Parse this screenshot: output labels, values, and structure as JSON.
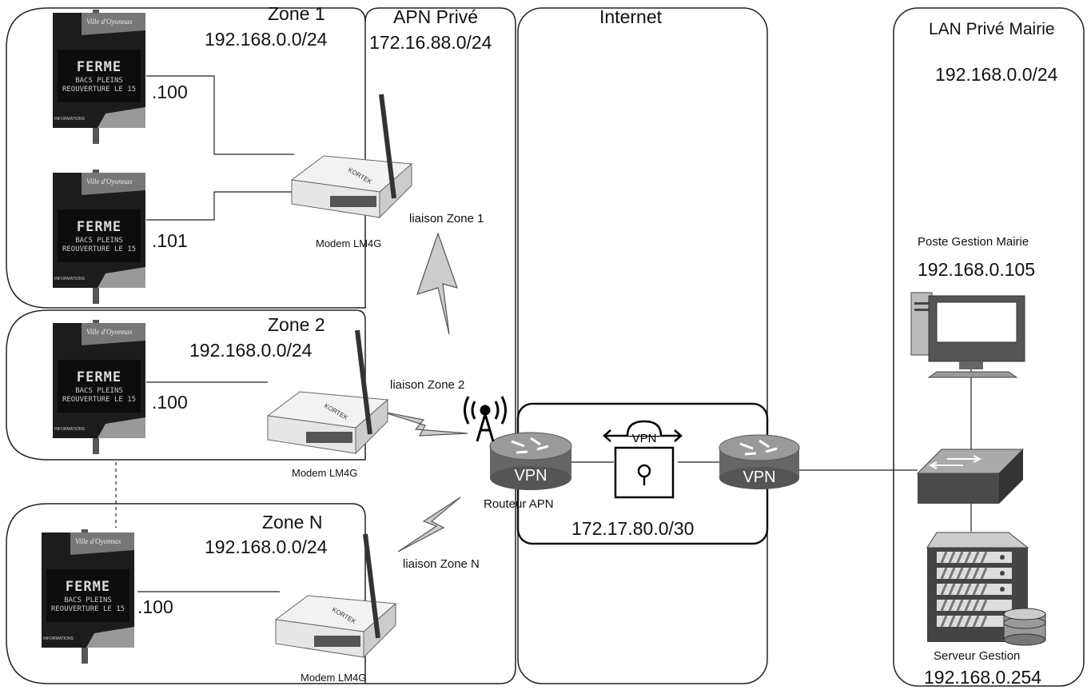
{
  "zones": {
    "zone1": {
      "title": "Zone 1",
      "subnet": "192.168.0.0/24"
    },
    "zone2": {
      "title": "Zone 2",
      "subnet": "192.168.0.0/24"
    },
    "zoneN": {
      "title": "Zone N",
      "subnet": "192.168.0.0/24"
    }
  },
  "apn": {
    "title": "APN Privé",
    "subnet": "172.16.88.0/24",
    "router_label": "Routeur APN"
  },
  "internet": {
    "title": "Internet",
    "vpn_subnet": "172.17.80.0/30",
    "vpn_text": "VPN",
    "lock_vpn_text": "VPN"
  },
  "lan": {
    "title": "LAN Privé Mairie",
    "subnet": "192.168.0.0/24"
  },
  "hosts": {
    "z1_panel1": ".100",
    "z1_panel2": ".101",
    "z2_panel1": ".100",
    "zn_panel1": ".100"
  },
  "modems": {
    "z1": "Modem LM4G",
    "z2": "Modem LM4G",
    "zn": "Modem LM4G"
  },
  "links": {
    "z1": "liaison Zone 1",
    "z2": "liaison Zone 2",
    "zn": "liaison Zone N"
  },
  "poste": {
    "label": "Poste Gestion Mairie",
    "ip": "192.168.0.105"
  },
  "serveur": {
    "label": "Serveur Gestion",
    "ip": "192.168.0.254"
  },
  "panel_display": {
    "brand": "Ville d'Oyonnax",
    "line1": "FERME",
    "line2": "BACS PLEINS",
    "line3": "REOUVERTURE LE 15",
    "footer": "INFORMATIONS"
  },
  "modem_brand": "KORTEK"
}
